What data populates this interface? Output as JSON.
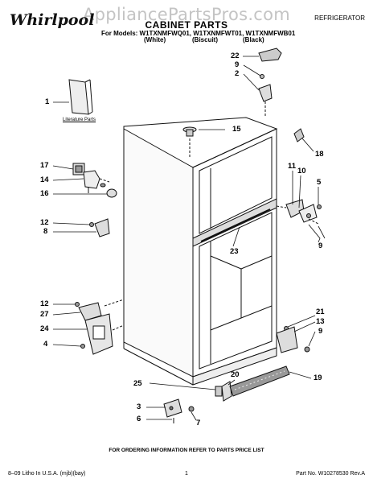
{
  "watermark": "AppliancePartsPros.com",
  "header": {
    "brand": "Whirlpool",
    "title": "CABINET PARTS",
    "category": "REFRIGERATOR",
    "models_line": "For Models: W1TXNMFWQ01, W1TXNMFWT01, W1TXNMFWB01",
    "colors": [
      "(White)",
      "(Biscuit)",
      "(Black)"
    ]
  },
  "literature_label": "Literature Parts",
  "callouts": [
    "22",
    "9",
    "2",
    "1",
    "15",
    "18",
    "17",
    "14",
    "16",
    "11",
    "10",
    "5",
    "12",
    "8",
    "23",
    "9",
    "12",
    "27",
    "24",
    "4",
    "21",
    "13",
    "9",
    "20",
    "19",
    "25",
    "3",
    "6",
    "7"
  ],
  "footer": {
    "note": "FOR ORDERING INFORMATION REFER TO PARTS PRICE LIST",
    "left": "8–09 Litho In U.S.A. (mjb)(bay)",
    "page": "1",
    "part_no": "Part No. W10278530 Rev.A"
  }
}
